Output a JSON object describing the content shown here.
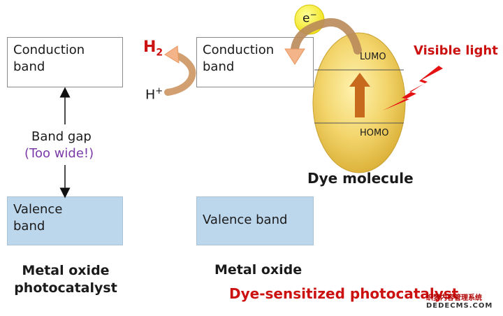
{
  "left": {
    "conduction": "Conduction\nband",
    "valence": "Valence\nband",
    "band_gap": "Band gap",
    "too_wide": "(Too wide!)",
    "caption": "Metal oxide\nphotocatalyst"
  },
  "right": {
    "conduction": "Conduction\nband",
    "valence": "Valence band",
    "caption": "Metal oxide",
    "subtitle": "Dye-sensitized photocatalyst"
  },
  "labels": {
    "h2": "H",
    "h2_sub": "2",
    "hplus": "H",
    "hplus_sup": "+",
    "electron": "e",
    "electron_sup": "−",
    "lumo": "LUMO",
    "homo": "HOMO",
    "visible_light": "Visible light",
    "dye_molecule": "Dye molecule"
  },
  "watermark": {
    "line1": "织梦内容管理系统",
    "line2": "DEDECMS.COM"
  },
  "colors": {
    "purple": "#7a3aa8",
    "red": "#cc1111",
    "orange_arrow": "#c76a1e",
    "dye": "#f2d46a"
  }
}
